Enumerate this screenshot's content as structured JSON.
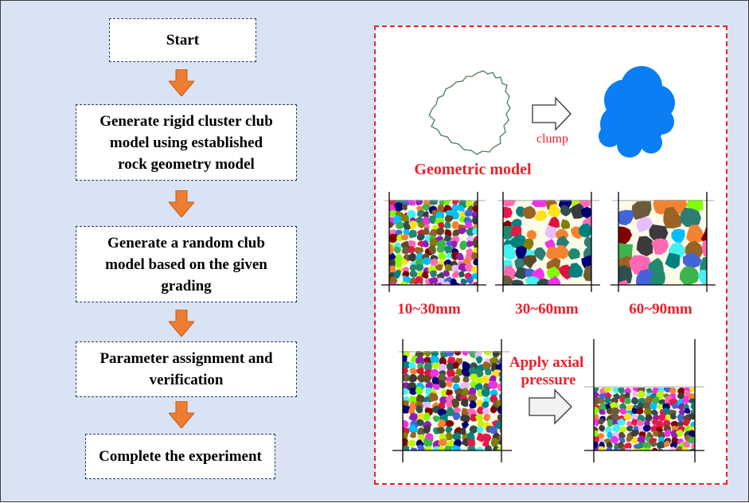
{
  "flow": {
    "steps": [
      "Start",
      "Generate rigid cluster club\nmodel using established\nrock geometry model",
      "Generate a random club\nmodel based on the given\ngrading",
      "Parameter assignment and\nverification",
      "Complete the experiment"
    ]
  },
  "geometric": {
    "arrow_label": "clump",
    "caption": "Geometric model"
  },
  "gradings": [
    "10~30mm",
    "30~60mm",
    "60~90mm"
  ],
  "compression": {
    "label": "Apply axial\npressure"
  },
  "colors": {
    "background": "#d9e3f4",
    "arrow_fill": "#ed7d31",
    "step_border": "#1f3864",
    "panel_border": "#e8212b",
    "label_red": "#e8212b",
    "clump_blue": "#0a7ef2",
    "outline_green": "#4d7a5c"
  }
}
